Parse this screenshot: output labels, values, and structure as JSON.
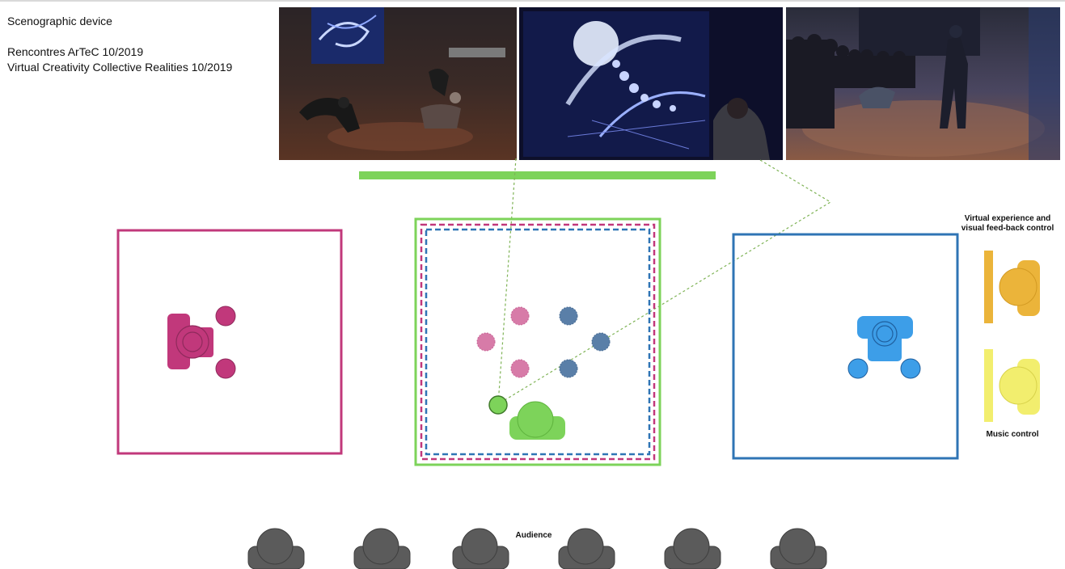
{
  "header": {
    "title": "Scenographic device",
    "event_1": "Rencontres ArTeC 10/2019",
    "event_2": "Virtual Creativity Collective Realities 10/2019"
  },
  "labels": {
    "vx_control": "Virtual experience and visual feed-back control",
    "music_control": "Music control",
    "audience": "Audience"
  },
  "colors": {
    "magenta": "#c1387b",
    "pink_dot": "#d77ba8",
    "green": "#7dd35a",
    "slate_blue": "#5a7fa8",
    "sky_blue": "#3d9ee8",
    "frame_blue": "#2f74b5",
    "orange": "#ebb43a",
    "yellow": "#f2ee6e",
    "audience_gray": "#5b5b5b"
  },
  "photos": [
    "photo-dancers",
    "photo-projection-viewer",
    "photo-audience-performer"
  ]
}
